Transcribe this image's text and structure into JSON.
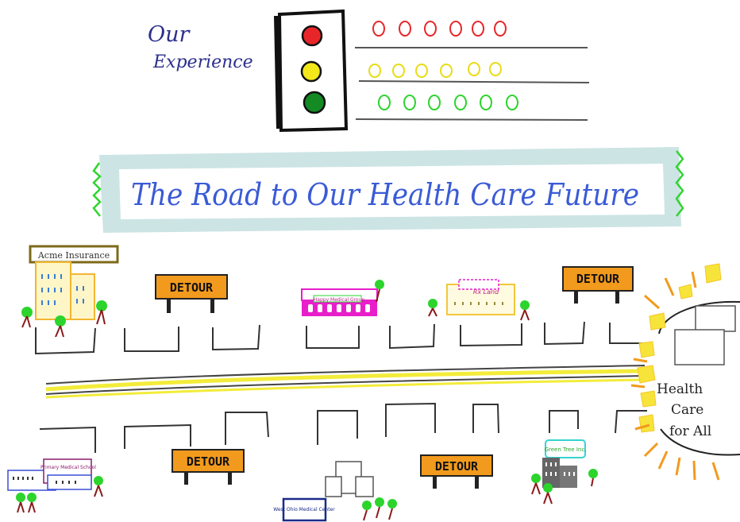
{
  "header": {
    "line1": "Our",
    "line2": "Experience"
  },
  "banner": {
    "title": "The Road to Our Health Care Future"
  },
  "signs": {
    "detour1": "DETOUR",
    "detour2": "DETOUR",
    "detour3": "DETOUR",
    "detour4": "DETOUR"
  },
  "buildings": {
    "acme": "Acme Insurance",
    "happy": "Happy Medical Group",
    "rxland": "Rx Land",
    "school": "Primary Medical School",
    "west": "West Ohio Medical Center",
    "green": "Green Tree Inc."
  },
  "destination": {
    "line1": "Health",
    "line2": "Care",
    "line3": "for All"
  },
  "colors": {
    "red": "#e8262a",
    "yellow": "#f2e81a",
    "green": "#15a325",
    "ink": "#2c2f8c",
    "banner_fill": "#cde4e4",
    "banner_text": "#3a5bd6",
    "road_line": "#f3ec3a",
    "detour_orange": "#f29a1d",
    "sun_yellow": "#f6e43a"
  },
  "icons": {
    "traffic_light": "traffic-light-icon",
    "tree": "tree-icon"
  }
}
